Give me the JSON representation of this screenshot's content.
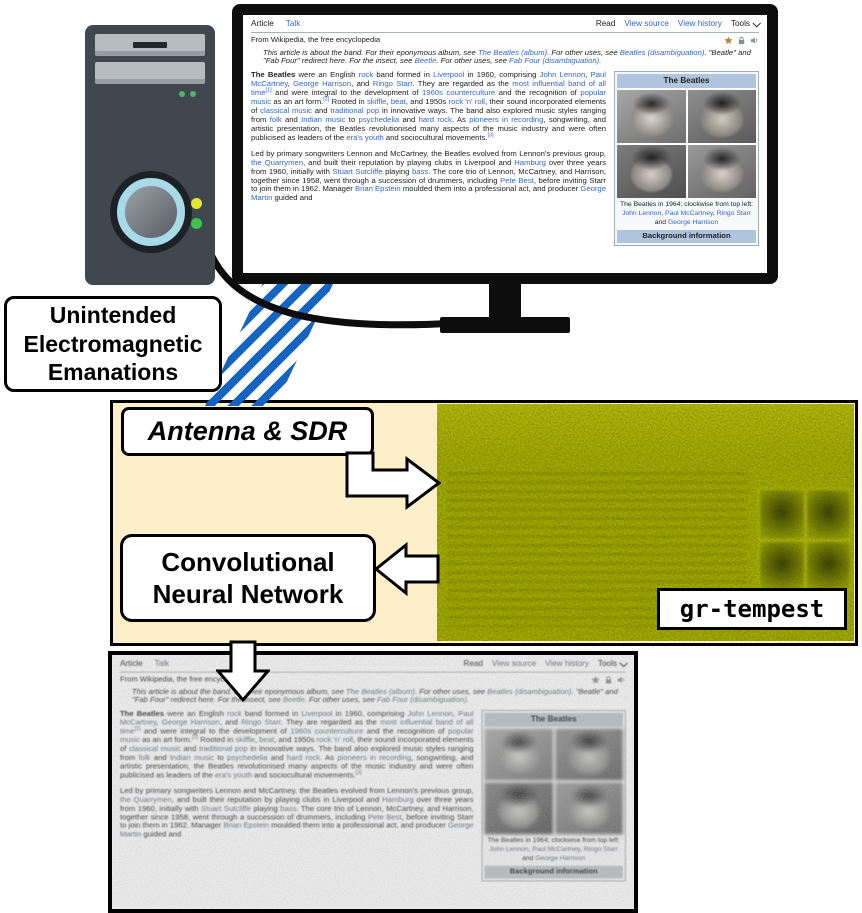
{
  "diagram": {
    "emanations_label": "Unintended Electromagnetic Emanations",
    "antenna_label": "Antenna & SDR",
    "cnn_label": "Convolutional Neural Network",
    "gr_tempest_label": "gr-tempest",
    "icons": [
      "computer-tower",
      "monitor",
      "em-wave-stripes",
      "elbow-arrow-right",
      "arrow-left",
      "arrow-down"
    ],
    "colors": {
      "stripe_blue": "#1565c0",
      "panel_cream": "#fcefca",
      "sdr_olive": "#6f7702",
      "link_blue": "#3366cc",
      "infobox_header": "#b0c4de"
    }
  },
  "wikipedia": {
    "tabs": {
      "article": "Article",
      "talk": "Talk",
      "read": "Read",
      "view_source": "View source",
      "view_history": "View history",
      "tools": "Tools"
    },
    "tagline": "From Wikipedia, the free encyclopedia",
    "indicator_icons": [
      "featured-article-star",
      "page-protection-lock",
      "listen-audio"
    ],
    "hatnote": [
      {
        "t": "This article is about the band. For their eponymous album, see ",
        "s": "p"
      },
      {
        "t": "The Beatles (album)",
        "s": "l"
      },
      {
        "t": ". For other uses, see ",
        "s": "p"
      },
      {
        "t": "Beatles (disambiguation)",
        "s": "l"
      },
      {
        "t": ". \"Beatle\" and \"Fab Four\" redirect here. For the insect, see ",
        "s": "p"
      },
      {
        "t": "Beetle",
        "s": "l"
      },
      {
        "t": ". For other uses, see ",
        "s": "p"
      },
      {
        "t": "Fab Four (disambiguation)",
        "s": "l"
      },
      {
        "t": ".",
        "s": "p"
      }
    ],
    "paragraphs": [
      [
        {
          "t": "The Beatles",
          "s": "b"
        },
        {
          "t": " were an English ",
          "s": "p"
        },
        {
          "t": "rock",
          "s": "l"
        },
        {
          "t": " band formed in ",
          "s": "p"
        },
        {
          "t": "Liverpool",
          "s": "l"
        },
        {
          "t": " in 1960, comprising ",
          "s": "p"
        },
        {
          "t": "John Lennon",
          "s": "l"
        },
        {
          "t": ", ",
          "s": "p"
        },
        {
          "t": "Paul McCartney",
          "s": "l"
        },
        {
          "t": ", ",
          "s": "p"
        },
        {
          "t": "George Harrison",
          "s": "l"
        },
        {
          "t": ", and ",
          "s": "p"
        },
        {
          "t": "Ringo Starr",
          "s": "l"
        },
        {
          "t": ". They are regarded as the ",
          "s": "p"
        },
        {
          "t": "most influential band of all time",
          "s": "l"
        },
        {
          "t": "[1]",
          "s": "r"
        },
        {
          "t": " and were integral to the development of ",
          "s": "p"
        },
        {
          "t": "1960s counterculture",
          "s": "l"
        },
        {
          "t": " and the recognition of ",
          "s": "p"
        },
        {
          "t": "popular music",
          "s": "l"
        },
        {
          "t": " as an art form.",
          "s": "p"
        },
        {
          "t": "[2]",
          "s": "r"
        },
        {
          "t": " Rooted in ",
          "s": "p"
        },
        {
          "t": "skiffle",
          "s": "l"
        },
        {
          "t": ", ",
          "s": "p"
        },
        {
          "t": "beat",
          "s": "l"
        },
        {
          "t": ", and 1950s ",
          "s": "p"
        },
        {
          "t": "rock 'n' roll",
          "s": "l"
        },
        {
          "t": ", their sound incorporated elements of ",
          "s": "p"
        },
        {
          "t": "classical music",
          "s": "l"
        },
        {
          "t": " and ",
          "s": "p"
        },
        {
          "t": "traditional pop",
          "s": "l"
        },
        {
          "t": " in innovative ways. The band also explored music styles ranging from ",
          "s": "p"
        },
        {
          "t": "folk",
          "s": "l"
        },
        {
          "t": " and ",
          "s": "p"
        },
        {
          "t": "Indian music",
          "s": "l"
        },
        {
          "t": " to ",
          "s": "p"
        },
        {
          "t": "psychedelia",
          "s": "l"
        },
        {
          "t": " and ",
          "s": "p"
        },
        {
          "t": "hard rock",
          "s": "l"
        },
        {
          "t": ". As ",
          "s": "p"
        },
        {
          "t": "pioneers in recording",
          "s": "l"
        },
        {
          "t": ", songwriting, and artistic presentation, the Beatles revolutionised many aspects of the music industry and were often publicised as leaders of the ",
          "s": "p"
        },
        {
          "t": "era's youth",
          "s": "l"
        },
        {
          "t": " and sociocultural movements.",
          "s": "p"
        },
        {
          "t": "[3]",
          "s": "r"
        }
      ],
      [
        {
          "t": "Led by primary songwriters Lennon and McCartney, the Beatles evolved from Lennon's previous group, ",
          "s": "p"
        },
        {
          "t": "the Quarrymen",
          "s": "l"
        },
        {
          "t": ", and built their reputation by playing clubs in Liverpool and ",
          "s": "p"
        },
        {
          "t": "Hamburg",
          "s": "l"
        },
        {
          "t": " over three years from 1960, initially with ",
          "s": "p"
        },
        {
          "t": "Stuart Sutcliffe",
          "s": "l"
        },
        {
          "t": " playing ",
          "s": "p"
        },
        {
          "t": "bass",
          "s": "l"
        },
        {
          "t": ". The core trio of Lennon, McCartney, and Harrison, together since 1958, went through a succession of drummers, including ",
          "s": "p"
        },
        {
          "t": "Pete Best",
          "s": "l"
        },
        {
          "t": ", before inviting Starr to join them in 1962. Manager ",
          "s": "p"
        },
        {
          "t": "Brian Epstein",
          "s": "l"
        },
        {
          "t": " moulded them into a professional act, and producer ",
          "s": "p"
        },
        {
          "t": "George Martin",
          "s": "l"
        },
        {
          "t": " guided and",
          "s": "p"
        }
      ]
    ],
    "infobox": {
      "title": "The Beatles",
      "caption": [
        {
          "t": "The Beatles in 1964; clockwise from top left: ",
          "s": "p"
        },
        {
          "t": "John Lennon",
          "s": "l"
        },
        {
          "t": ", ",
          "s": "p"
        },
        {
          "t": "Paul McCartney",
          "s": "l"
        },
        {
          "t": ", ",
          "s": "p"
        },
        {
          "t": "Ringo Starr",
          "s": "l"
        },
        {
          "t": " and ",
          "s": "p"
        },
        {
          "t": "George Harrison",
          "s": "l"
        }
      ],
      "section_header": "Background information"
    }
  }
}
